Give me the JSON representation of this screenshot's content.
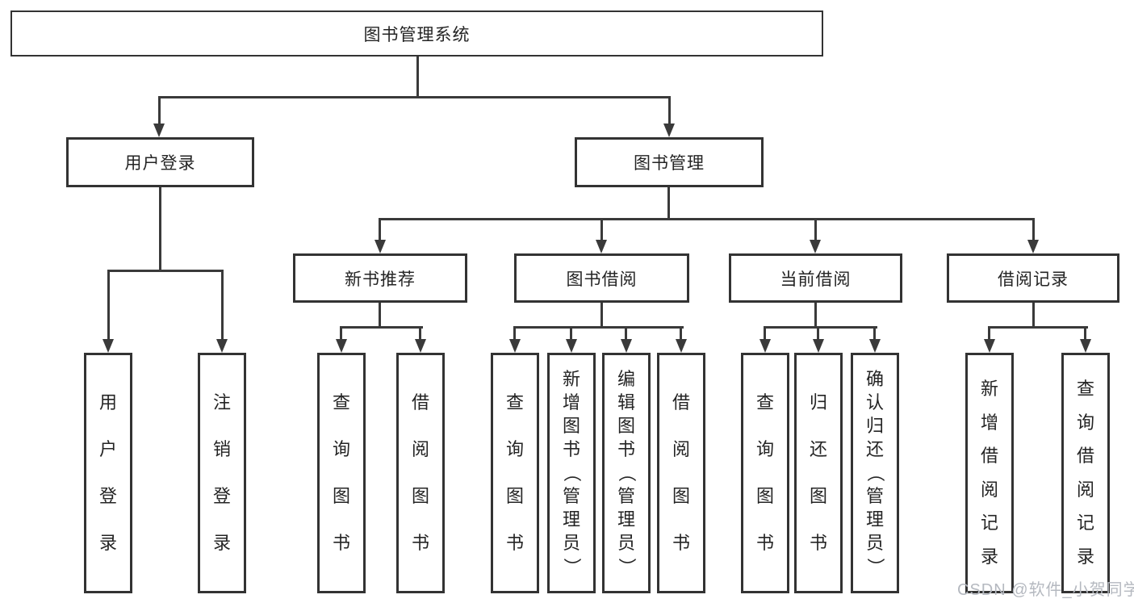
{
  "tree": {
    "label": "图书管理系统",
    "children": [
      {
        "label": "用户登录",
        "children": [
          {
            "label": "用户登录"
          },
          {
            "label": "注销登录"
          }
        ]
      },
      {
        "label": "图书管理",
        "children": [
          {
            "label": "新书推荐",
            "children": [
              {
                "label": "查询图书"
              },
              {
                "label": "借阅图书"
              }
            ]
          },
          {
            "label": "图书借阅",
            "children": [
              {
                "label": "查询图书"
              },
              {
                "label": "新增图书（管理员）"
              },
              {
                "label": "编辑图书（管理员）"
              },
              {
                "label": "借阅图书"
              }
            ]
          },
          {
            "label": "当前借阅",
            "children": [
              {
                "label": "查询图书"
              },
              {
                "label": "归还图书"
              },
              {
                "label": "确认归还（管理员）"
              }
            ]
          },
          {
            "label": "借阅记录",
            "children": [
              {
                "label": "新增借阅记录"
              },
              {
                "label": "查询借阅记录"
              }
            ]
          }
        ]
      }
    ]
  },
  "watermark": {
    "text": "CSDN @软件_小贺同学"
  },
  "colors": {
    "line": "#3a3a3a",
    "border": "#333333",
    "text": "#242424",
    "watermark": "#b5b9c0",
    "background": "#ffffff"
  }
}
